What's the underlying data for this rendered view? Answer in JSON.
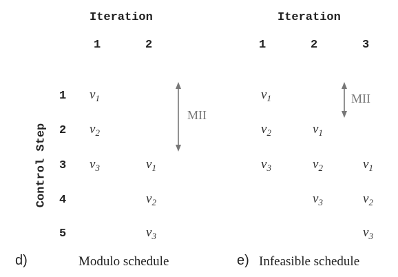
{
  "ylabel": "Control Step",
  "rows": [
    "1",
    "2",
    "3",
    "4",
    "5"
  ],
  "colors": {
    "arrow": "#777777",
    "text": "#333333"
  },
  "panel_d": {
    "title": "Iteration",
    "columns": [
      "1",
      "2"
    ],
    "mii": "MII",
    "letter": "d)",
    "caption": "Modulo schedule",
    "cells": [
      {
        "row": 1,
        "col": 1,
        "v": "v",
        "sub": "1"
      },
      {
        "row": 2,
        "col": 1,
        "v": "v",
        "sub": "2"
      },
      {
        "row": 3,
        "col": 1,
        "v": "v",
        "sub": "3"
      },
      {
        "row": 3,
        "col": 2,
        "v": "v",
        "sub": "1"
      },
      {
        "row": 4,
        "col": 2,
        "v": "v",
        "sub": "2"
      },
      {
        "row": 5,
        "col": 2,
        "v": "v",
        "sub": "3"
      }
    ]
  },
  "panel_e": {
    "title": "Iteration",
    "columns": [
      "1",
      "2",
      "3"
    ],
    "mii": "MII",
    "letter": "e)",
    "caption": "Infeasible schedule",
    "cells": [
      {
        "row": 1,
        "col": 1,
        "v": "v",
        "sub": "1"
      },
      {
        "row": 2,
        "col": 1,
        "v": "v",
        "sub": "2"
      },
      {
        "row": 2,
        "col": 2,
        "v": "v",
        "sub": "1"
      },
      {
        "row": 3,
        "col": 1,
        "v": "v",
        "sub": "3"
      },
      {
        "row": 3,
        "col": 2,
        "v": "v",
        "sub": "2"
      },
      {
        "row": 3,
        "col": 3,
        "v": "v",
        "sub": "1"
      },
      {
        "row": 4,
        "col": 2,
        "v": "v",
        "sub": "3"
      },
      {
        "row": 4,
        "col": 3,
        "v": "v",
        "sub": "2"
      },
      {
        "row": 5,
        "col": 3,
        "v": "v",
        "sub": "3"
      }
    ]
  }
}
